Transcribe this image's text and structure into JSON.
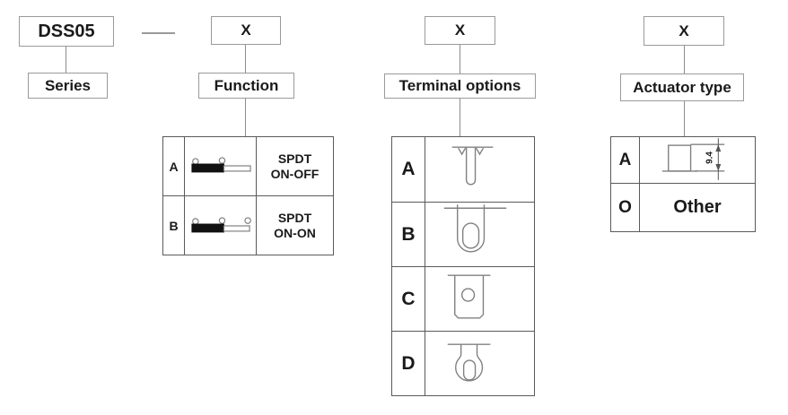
{
  "colors": {
    "background": "#ffffff",
    "text": "#1a1a1a",
    "box_border": "#9a9a9a",
    "table_border": "#5a5a5a",
    "connector_line": "#8c8c8c",
    "drawing_stroke": "#808080",
    "lever_fill": "#111111"
  },
  "series": {
    "code": "DSS05",
    "label": "Series"
  },
  "separator": "—",
  "sections": {
    "function": {
      "code": "X",
      "label": "Function",
      "options": [
        {
          "key": "A",
          "icon": "spdt-on-off-lever-icon",
          "description": "SPDT\nON-OFF"
        },
        {
          "key": "B",
          "icon": "spdt-on-on-lever-icon",
          "description": "SPDT\nON-ON"
        }
      ]
    },
    "terminal_options": {
      "code": "X",
      "label": "Terminal options",
      "options": [
        {
          "key": "A",
          "icon": "straight-pcb-pin-terminal-icon"
        },
        {
          "key": "B",
          "icon": "round-bottom-solder-lug-terminal-icon"
        },
        {
          "key": "C",
          "icon": "flat-lug-round-hole-terminal-icon"
        },
        {
          "key": "D",
          "icon": "keyhole-solder-lug-terminal-icon"
        }
      ]
    },
    "actuator_type": {
      "code": "X",
      "label": "Actuator type",
      "options": [
        {
          "key": "A",
          "icon": "actuator-height-dimension-icon",
          "dimension_mm": "9.4"
        },
        {
          "key": "O",
          "description": "Other"
        }
      ]
    }
  }
}
